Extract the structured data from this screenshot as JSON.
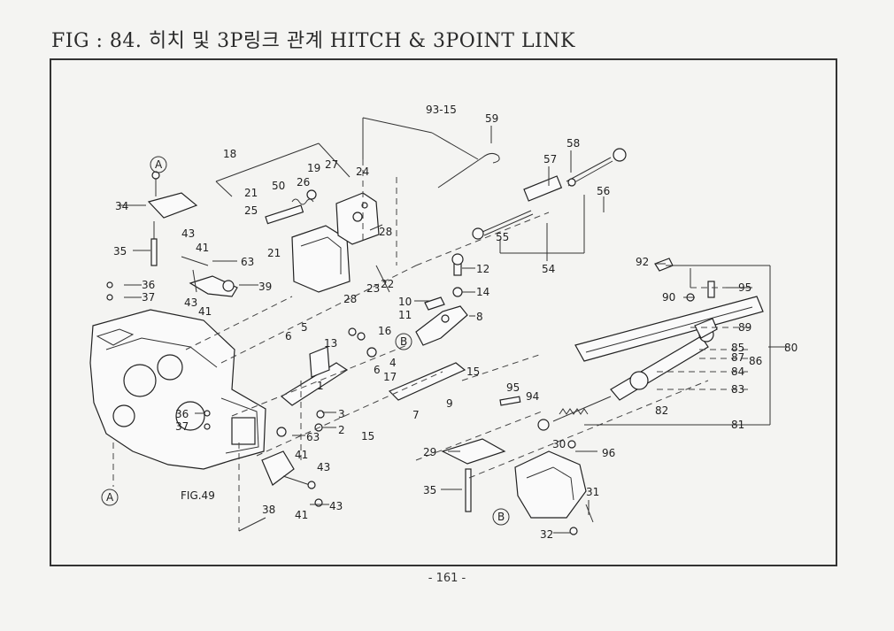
{
  "header": {
    "title": "FIG : 84. 히치 및 3P링크 관계 HITCH & 3POINT LINK"
  },
  "footer": {
    "page_number": "- 161 -"
  },
  "callouts": {
    "c93_15": "93-15",
    "c59": "59",
    "c58": "58",
    "c57": "57",
    "c56": "56",
    "c55": "55",
    "c54": "54",
    "c18": "18",
    "c19": "19",
    "c27": "27",
    "c24": "24",
    "c50": "50",
    "c26": "26",
    "c21a": "21",
    "c25": "25",
    "c28a": "28",
    "c21b": "21",
    "c28b": "28",
    "c23": "23",
    "c22": "22",
    "cA1": "A",
    "c34": "34",
    "c35a": "35",
    "c43a": "43",
    "c41a": "41",
    "c63a": "63",
    "c36a": "36",
    "c37a": "37",
    "c39": "39",
    "c43b": "43",
    "c41b": "41",
    "c12": "12",
    "c14": "14",
    "c10": "10",
    "c11": "11",
    "cB1": "B",
    "c8": "8",
    "c6a": "6",
    "c5": "5",
    "c13": "13",
    "c16": "16",
    "c4": "4",
    "c6b": "6",
    "c17": "17",
    "c1": "1",
    "c15a": "15",
    "c7": "7",
    "c9": "9",
    "c3": "3",
    "c2": "2",
    "c15b": "15",
    "c36b": "36",
    "c37b": "37",
    "c63b": "63",
    "c41c": "41",
    "c43c": "43",
    "c38": "38",
    "c41d": "41",
    "c43d": "43",
    "cFIG49": "FIG.49",
    "cA2": "A",
    "c92": "92",
    "c90": "90",
    "c95a": "95",
    "c89": "89",
    "c85": "85",
    "c80": "80",
    "c87": "87",
    "c86": "86",
    "c84": "84",
    "c83": "83",
    "c82": "82",
    "c81": "81",
    "c95b": "95",
    "c94": "94",
    "c30": "30",
    "c96": "96",
    "c29": "29",
    "c35b": "35",
    "c31": "31",
    "cB2": "B",
    "c32": "32"
  }
}
